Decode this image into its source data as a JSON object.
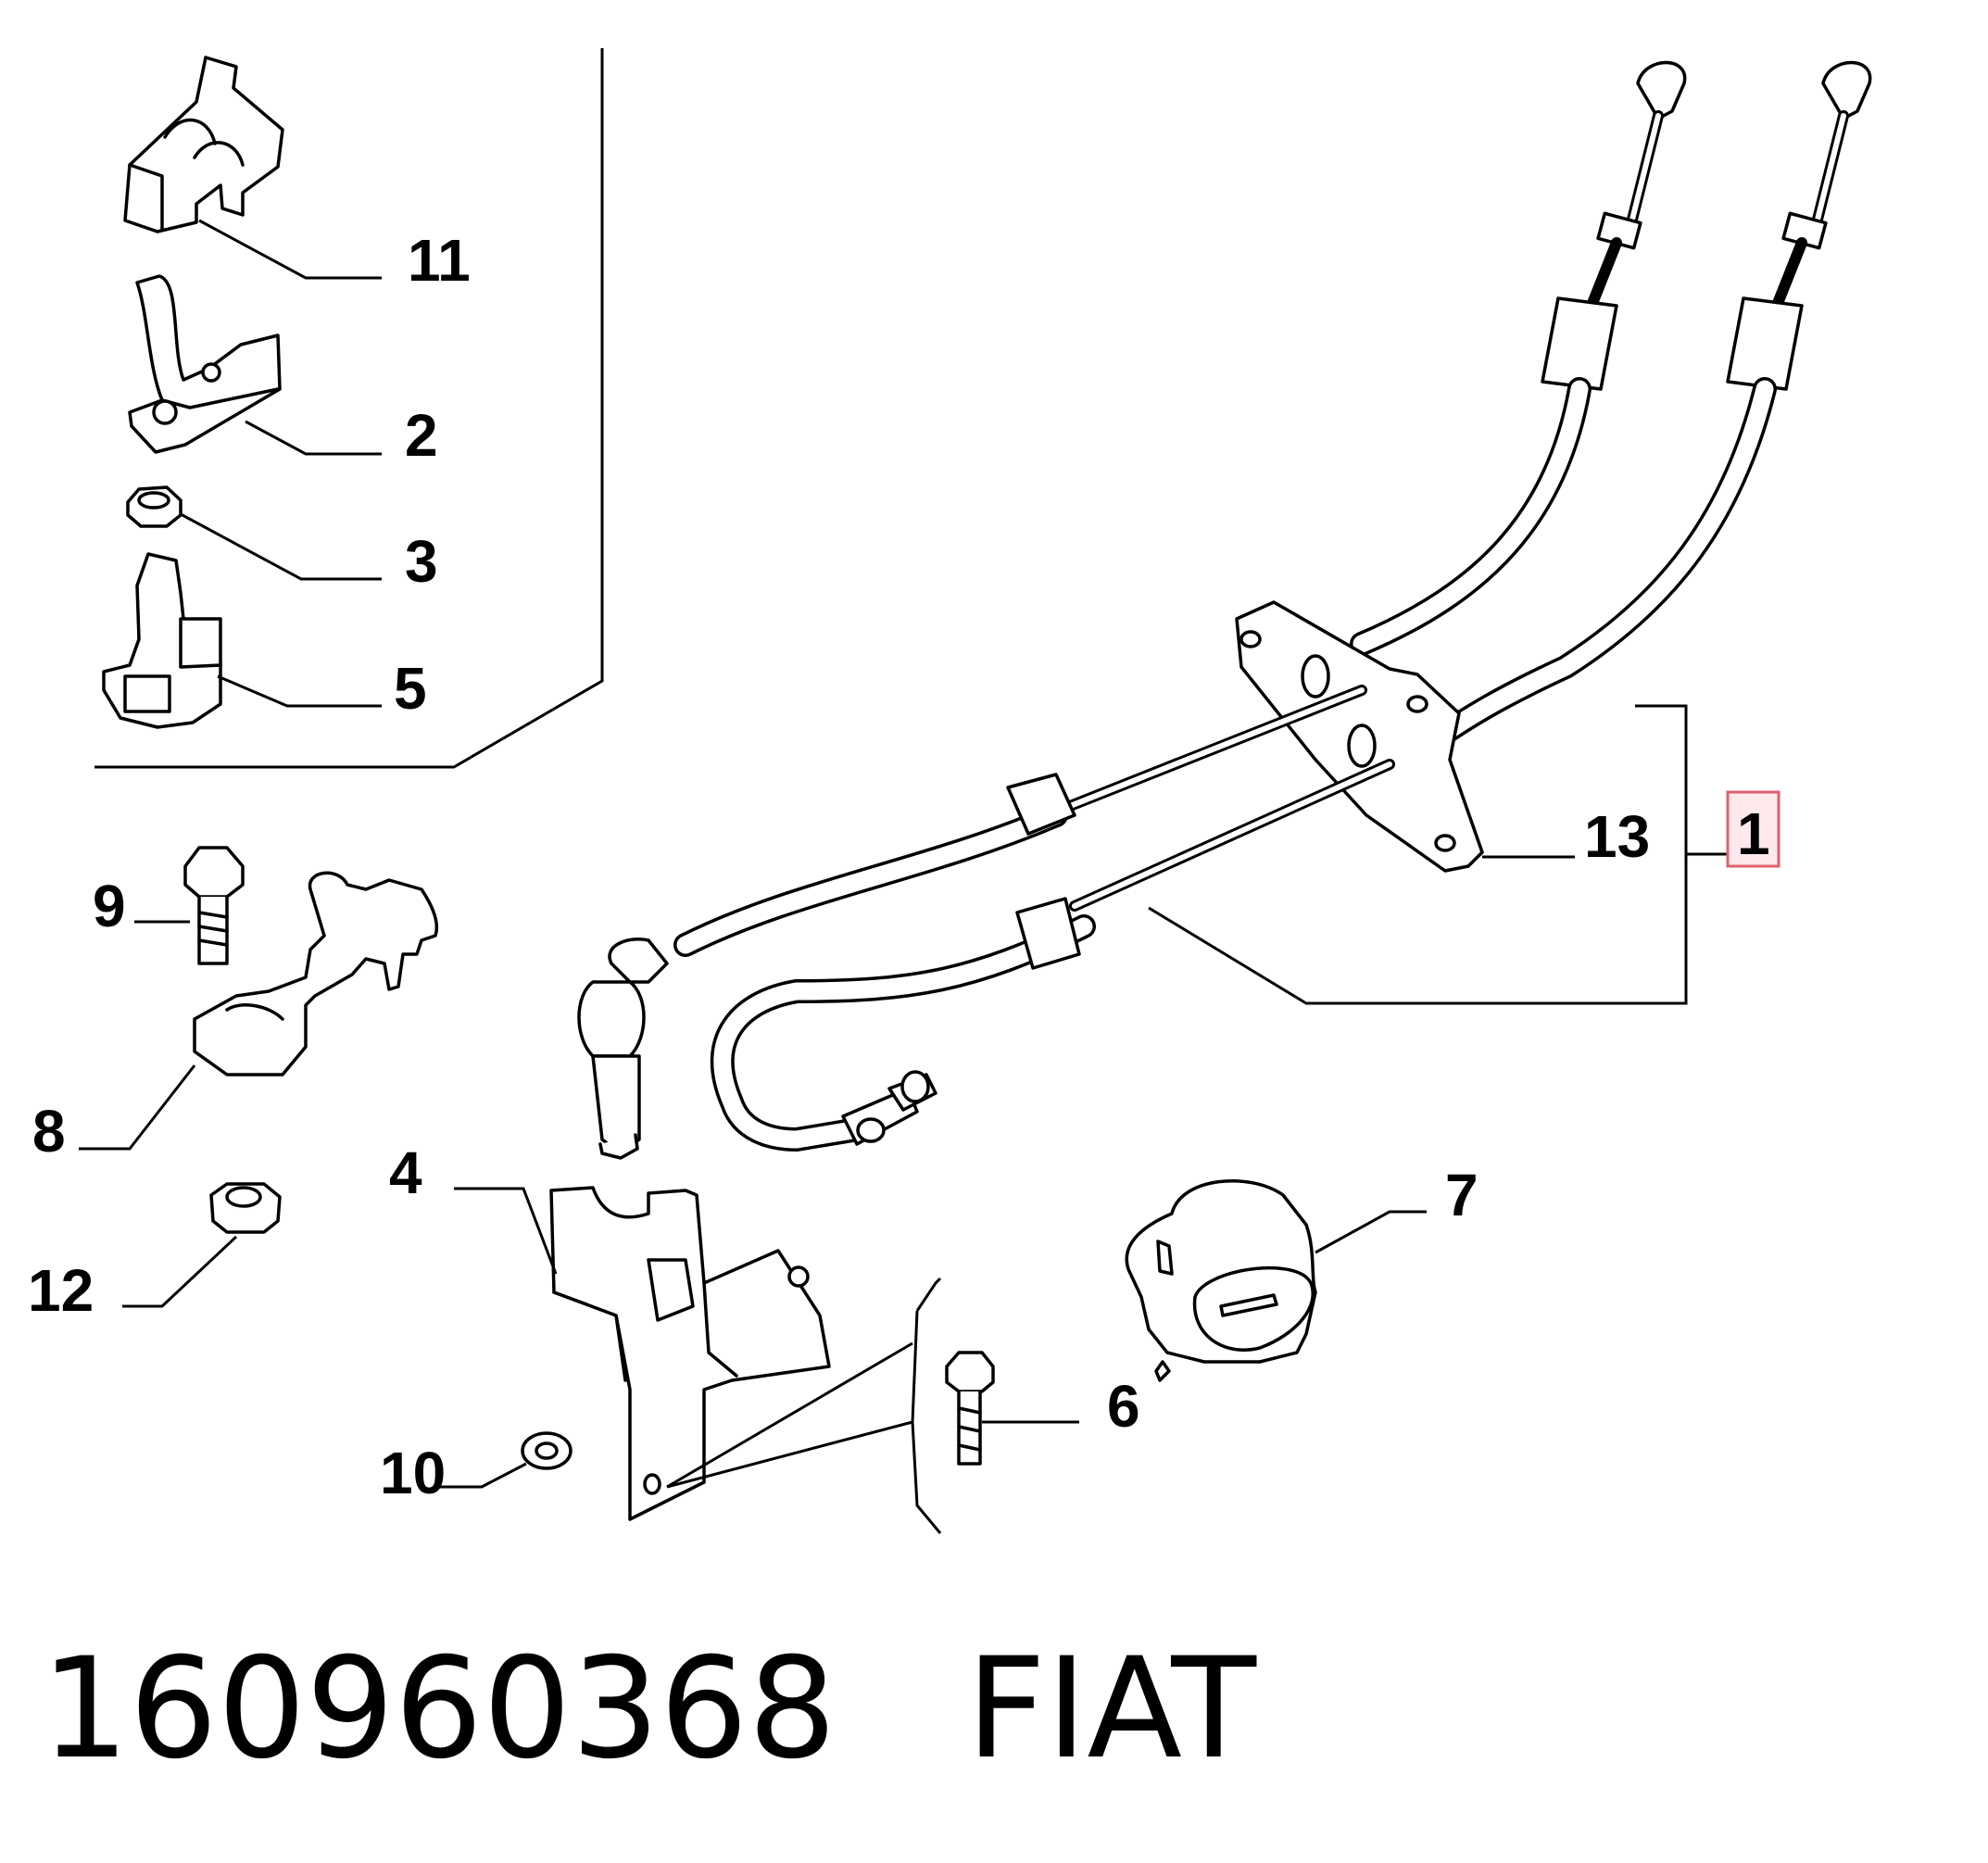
{
  "diagram": {
    "callouts": {
      "c1": "1",
      "c2": "2",
      "c3": "3",
      "c4": "4",
      "c5": "5",
      "c6": "6",
      "c7": "7",
      "c8": "8",
      "c9": "9",
      "c10": "10",
      "c11": "11",
      "c12": "12",
      "c13": "13"
    },
    "highlight_color": "#e0606e"
  },
  "footer": {
    "part_number": "160960368",
    "brand": "FIAT"
  }
}
